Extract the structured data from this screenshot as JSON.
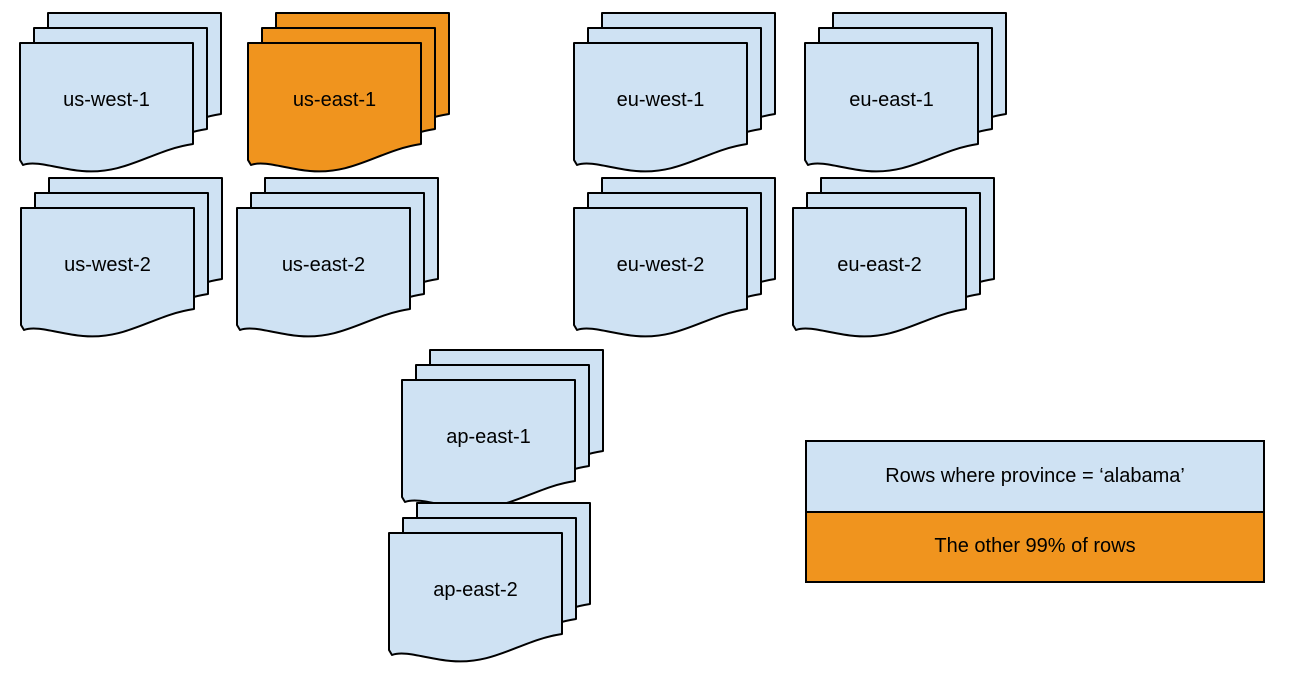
{
  "colors": {
    "region_fill": "#cfe2f3",
    "highlight_fill": "#f0941e",
    "stroke": "#000000",
    "background": "#ffffff",
    "text": "#000000"
  },
  "stacks": [
    {
      "label": "us-west-1",
      "highlighted": false
    },
    {
      "label": "us-east-1",
      "highlighted": true
    },
    {
      "label": "eu-west-1",
      "highlighted": false
    },
    {
      "label": "eu-east-1",
      "highlighted": false
    },
    {
      "label": "us-west-2",
      "highlighted": false
    },
    {
      "label": "us-east-2",
      "highlighted": false
    },
    {
      "label": "eu-west-2",
      "highlighted": false
    },
    {
      "label": "eu-east-2",
      "highlighted": false
    },
    {
      "label": "ap-east-1",
      "highlighted": false
    },
    {
      "label": "ap-east-2",
      "highlighted": false
    }
  ],
  "legend": {
    "items": [
      {
        "label": "Rows where province = ‘alabama’",
        "color": "#cfe2f3"
      },
      {
        "label": "The other 99% of rows",
        "color": "#f0941e"
      }
    ]
  }
}
